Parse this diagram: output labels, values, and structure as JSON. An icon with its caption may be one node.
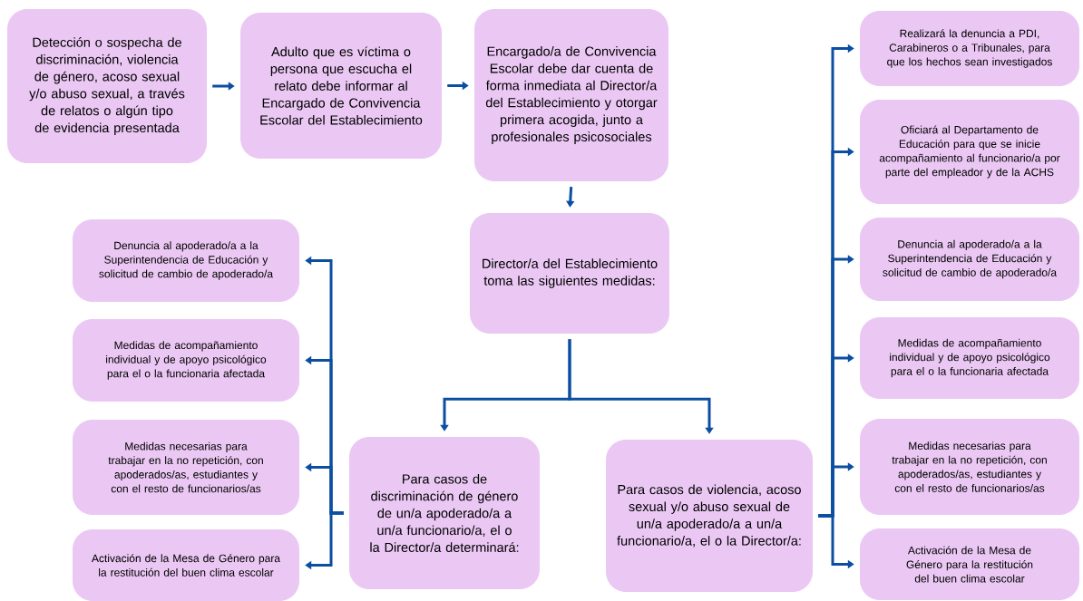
{
  "diagram": {
    "nodes": [
      {
        "text": [
          "Detección o sospecha de discriminación, violencia de género, acoso sexual y/o abuso sexual, a través de relatos o algún tipo de evidencia presentada"
        ]
      },
      {
        "text": [
          "Adulto que es víctima o persona que escucha el relato debe informar al Encargado de Convivencia Escolar del Establecimiento"
        ]
      },
      {
        "text": [
          "Encargado/a de Convivencia Escolar debe dar cuenta de forma inmediata al Director/a del Establecimiento y otorgar primera acogida, junto a profesionales psicosociales"
        ]
      },
      {
        "text": [
          "Director/a del Establecimiento toma las siguientes medidas:"
        ]
      },
      {
        "text": [
          "Para casos de discriminación de género de un/a apoderado/a a un/a funcionario/a, el o la Director/a determinará:"
        ]
      },
      {
        "text": [
          "Para casos de violencia, acoso sexual y/o abuso sexual de un/a apoderado/a a un/a funcionario/a, el o la Director/a:"
        ]
      },
      {
        "text": [
          "Denuncia al apoderado/a a la Superintendencia de Educación y solicitud de cambio de apoderado/a"
        ]
      },
      {
        "text": [
          "Medidas de acompañamiento individual y de apoyo psicológico para el o la funcionaria afectada"
        ]
      },
      {
        "text": [
          "Medidas necesarias para trabajar en la no repetición, con apoderados/as, estudiantes y con el resto de funcionarios/as"
        ]
      },
      {
        "text": [
          "Activación de la Mesa de Género para la restitución del buen clima escolar"
        ]
      },
      {
        "text": [
          "Realizará la denuncia a PDI, Carabineros o a Tribunales, para que los hechos sean investigados"
        ]
      },
      {
        "text": [
          "Oficiará al Departamento de Educación para que se inicie acompañamiento al funcionario/a por parte del empleador y de la ACHS"
        ]
      },
      {
        "text": [
          "Denuncia al apoderado/a a la Superintendencia de Educación y solicitud de cambio de apoderado/a"
        ]
      },
      {
        "text": [
          "Medidas de acompañamiento individual y de apoyo psicológico para el o la funcionaria afectada"
        ]
      },
      {
        "text": [
          "Medidas necesarias para trabajar en la no repetición, con apoderados/as, estudiantes y con el resto de funcionarios/as"
        ]
      },
      {
        "text": [
          "Activación de la Mesa de Género para la restitución del buen clima escolar"
        ]
      }
    ],
    "edges": [
      {
        "from": 0,
        "to": 1,
        "arrow": "to"
      },
      {
        "from": 1,
        "to": 2,
        "arrow": "to"
      },
      {
        "from": 2,
        "to": 3,
        "arrow": "to"
      },
      {
        "from": 3,
        "to": 4,
        "arrow": "to"
      },
      {
        "from": 3,
        "to": 5,
        "arrow": "to"
      },
      {
        "from": 4,
        "to": 6,
        "arrow": "to"
      },
      {
        "from": 4,
        "to": 7,
        "arrow": "to"
      },
      {
        "from": 4,
        "to": 8,
        "arrow": "to"
      },
      {
        "from": 4,
        "to": 9,
        "arrow": "to"
      },
      {
        "from": 5,
        "to": 10,
        "arrow": "to"
      },
      {
        "from": 5,
        "to": 11,
        "arrow": "to"
      },
      {
        "from": 5,
        "to": 12,
        "arrow": "to"
      },
      {
        "from": 5,
        "to": 13,
        "arrow": "to"
      },
      {
        "from": 5,
        "to": 14,
        "arrow": "to"
      },
      {
        "from": 5,
        "to": 15,
        "arrow": "to"
      }
    ]
  }
}
